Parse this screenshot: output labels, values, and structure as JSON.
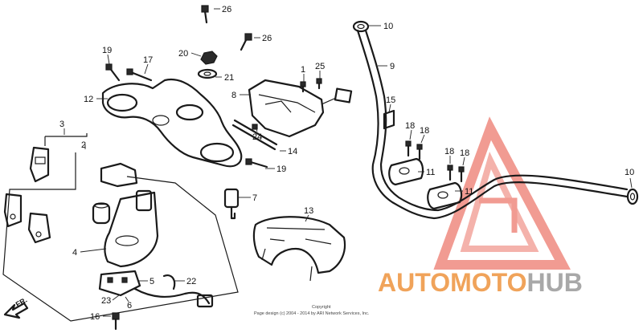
{
  "labels": [
    {
      "id": "26a",
      "text": "26"
    },
    {
      "id": "26b",
      "text": "26"
    },
    {
      "id": "10a",
      "text": "10"
    },
    {
      "id": "19a",
      "text": "19"
    },
    {
      "id": "17",
      "text": "17"
    },
    {
      "id": "20",
      "text": "20"
    },
    {
      "id": "21",
      "text": "21"
    },
    {
      "id": "1",
      "text": "1"
    },
    {
      "id": "25",
      "text": "25"
    },
    {
      "id": "9",
      "text": "9"
    },
    {
      "id": "12",
      "text": "12"
    },
    {
      "id": "8",
      "text": "8"
    },
    {
      "id": "15",
      "text": "15"
    },
    {
      "id": "3",
      "text": "3"
    },
    {
      "id": "18a",
      "text": "18"
    },
    {
      "id": "18b",
      "text": "18"
    },
    {
      "id": "24",
      "text": "24"
    },
    {
      "id": "2",
      "text": "2"
    },
    {
      "id": "14",
      "text": "14"
    },
    {
      "id": "18c",
      "text": "18"
    },
    {
      "id": "18d",
      "text": "18"
    },
    {
      "id": "19b",
      "text": "19"
    },
    {
      "id": "11a",
      "text": "11"
    },
    {
      "id": "10b",
      "text": "10"
    },
    {
      "id": "11b",
      "text": "11"
    },
    {
      "id": "7",
      "text": "7"
    },
    {
      "id": "13",
      "text": "13"
    },
    {
      "id": "4",
      "text": "4"
    },
    {
      "id": "5",
      "text": "5"
    },
    {
      "id": "22",
      "text": "22"
    },
    {
      "id": "23",
      "text": "23"
    },
    {
      "id": "6",
      "text": "6"
    },
    {
      "id": "16",
      "text": "16"
    }
  ],
  "direction_label": "FR.",
  "copyright": {
    "line1": "Copyright",
    "line2": "Page design (c) 2004 - 2014 by ARI Network Services, Inc."
  },
  "watermark": {
    "part1": "AUTOMOTO",
    "part2": "HUB",
    "accent_color": "#e8734f",
    "text_color": "#f0a35a",
    "gray_color": "#a8a8a8"
  }
}
